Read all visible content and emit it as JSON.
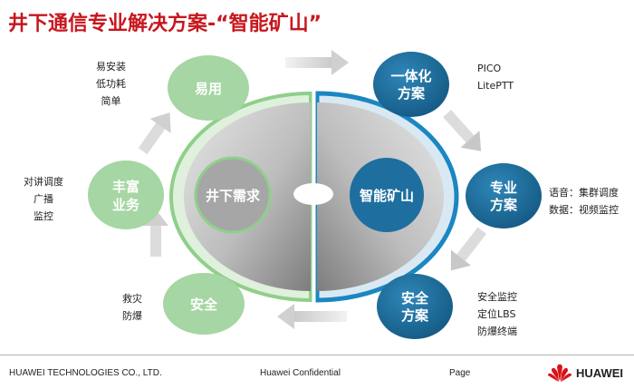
{
  "title": "井下通信专业解决方案-“智能矿山”",
  "left_half_label": "井下需求",
  "right_half_label": "智能矿山",
  "nodes": {
    "easy_use": "易用",
    "rich_service_1": "丰富",
    "rich_service_2": "业务",
    "safety": "安全",
    "integrated_1": "一体化",
    "integrated_2": "方案",
    "professional_1": "专业",
    "professional_2": "方案",
    "safety_solution_1": "安全",
    "safety_solution_2": "方案"
  },
  "notes": {
    "easy_use": [
      "易安装",
      "低功耗",
      "简单"
    ],
    "rich_service": [
      "对讲调度",
      "广播",
      "监控"
    ],
    "safety": [
      "救灾",
      "防爆"
    ],
    "integrated": [
      "PICO",
      "LitePTT"
    ],
    "professional": [
      "语音：集群调度",
      "数据：视频监控"
    ],
    "safety_solution": [
      "安全监控",
      "定位LBS",
      "防爆终端"
    ]
  },
  "footer": {
    "company": "HUAWEI  TECHNOLOGIES  CO., LTD.",
    "confidential": "Huawei  Confidential",
    "page": "Page",
    "logo_text": "HUAWEI"
  },
  "colors": {
    "title": "#c8161d",
    "green_node": "#a5d6a3",
    "blue_node": "#1d6f9c",
    "blue_ring": "#1b87c2",
    "green_ring": "#8fcf8a"
  }
}
